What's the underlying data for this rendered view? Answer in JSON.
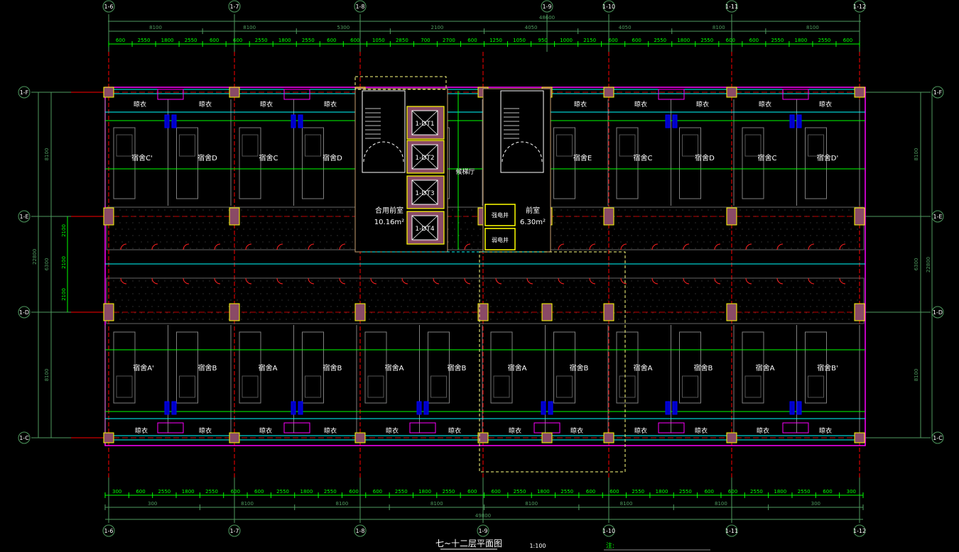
{
  "drawing": {
    "title": "七~十二层平面图",
    "scale": "1:100",
    "note": "注:"
  },
  "axes": {
    "vertical": [
      "1-6",
      "1-7",
      "1-8",
      "1-9",
      "1-10",
      "1-11",
      "1-12"
    ],
    "horizontal": [
      "1-F",
      "1-E",
      "1-D",
      "1-C"
    ]
  },
  "dimensions": {
    "top_total": "48600",
    "top_axis": [
      "8100",
      "8100",
      "5300",
      "2100",
      "4050",
      "4050",
      "8100",
      "8100"
    ],
    "top_detail": [
      "600",
      "2550",
      "1800",
      "2550",
      "600",
      "600",
      "2550",
      "1800",
      "2550",
      "600",
      "600",
      "1050",
      "2850",
      "700",
      "2700",
      "600",
      "1250",
      "1050",
      "950",
      "1000",
      "2150",
      "600",
      "600",
      "2550",
      "1800",
      "2550",
      "600",
      "600",
      "2550",
      "1800",
      "2550",
      "600"
    ],
    "bottom_detail": [
      "300",
      "600",
      "2550",
      "1800",
      "2550",
      "600",
      "600",
      "2550",
      "1800",
      "2550",
      "600",
      "600",
      "2550",
      "1800",
      "2550",
      "600",
      "600",
      "2550",
      "1800",
      "2550",
      "600",
      "600",
      "2550",
      "1800",
      "2550",
      "600",
      "600",
      "2550",
      "1800",
      "2550",
      "600",
      "300"
    ],
    "bottom_axis": [
      "300",
      "8100",
      "8100",
      "8100",
      "8100",
      "8100",
      "8100",
      "300"
    ],
    "bottom_total": "49800",
    "left_outer": "22800",
    "left_inner": [
      "8100",
      "6300",
      "8100"
    ],
    "left_corridor": [
      "2100",
      "2100",
      "2100"
    ],
    "right_inner": [
      "8100",
      "6300",
      "8100"
    ],
    "right_outer": "22800"
  },
  "rooms": {
    "top": [
      "宿舍C'",
      "宿舍D",
      "宿舍C",
      "宿舍D",
      "宿舍E",
      "宿舍C",
      "宿舍D",
      "宿舍C",
      "宿舍D'"
    ],
    "bottom": [
      "宿舍A'",
      "宿舍B",
      "宿舍A",
      "宿舍B",
      "宿舍A",
      "宿舍B",
      "宿舍A",
      "宿舍B",
      "宿舍A",
      "宿舍B",
      "宿舍A",
      "宿舍B'"
    ],
    "balcony": "晾衣"
  },
  "core": {
    "shared_lobby": "合用前室",
    "shared_lobby_area": "10.16m²",
    "lobby": "前室",
    "lobby_area": "6.30m²",
    "elevator_hall": "候梯厅",
    "strong_shaft": "强电井",
    "weak_shaft": "弱电井",
    "elevators": [
      "1-DT1",
      "1-DT2",
      "1-DT3",
      "1-DT4"
    ]
  },
  "colors": {
    "background": "#000000",
    "axis": "#ff0000",
    "dimension": "#00ff00",
    "dim_outer": "#4f9a5f",
    "outline": "#ff00ff",
    "wall": "#808080",
    "window": "#00ffff",
    "column": "#8a4a66",
    "column_edge": "#ffff00",
    "fixture": "#0000ff"
  }
}
